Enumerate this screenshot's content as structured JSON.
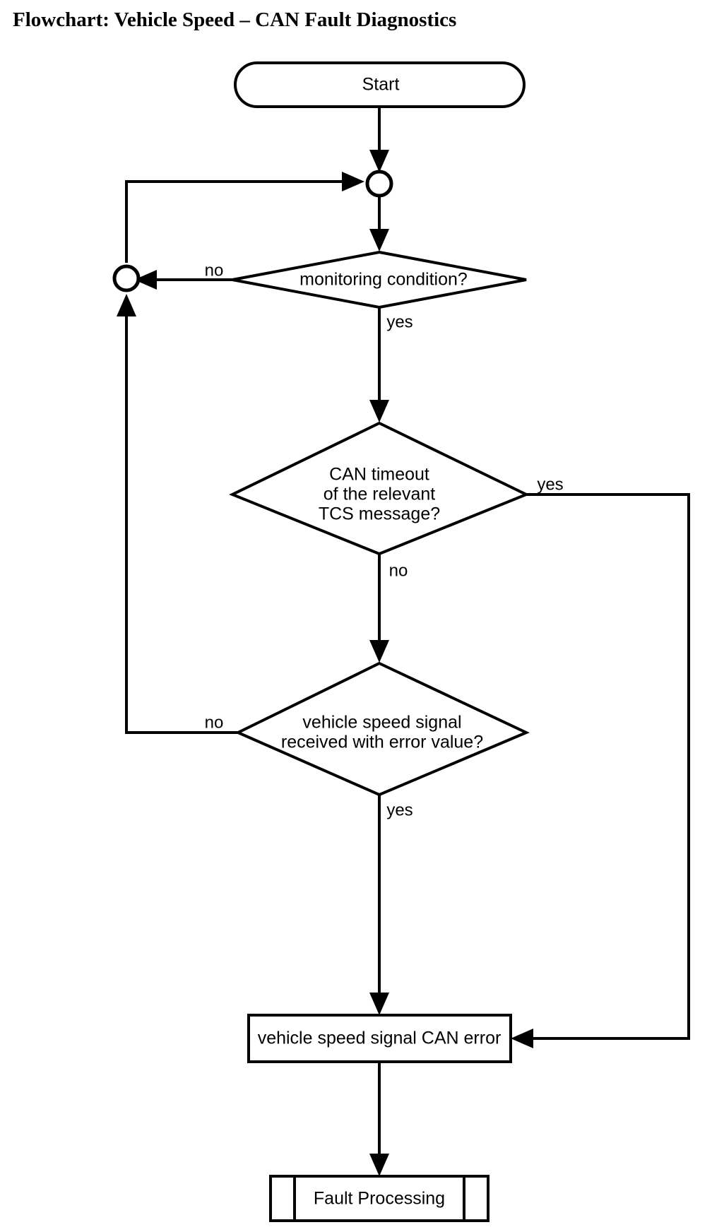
{
  "title": "Flowchart: Vehicle Speed – CAN Fault Diagnostics",
  "colors": {
    "stroke": "#000000",
    "fill": "#ffffff",
    "background": "#ffffff"
  },
  "chart_data": {
    "type": "diagram",
    "diagram_kind": "flowchart",
    "title": "Flowchart: Vehicle Speed – CAN Fault Diagnostics",
    "orientation": "top-to-bottom",
    "nodes": [
      {
        "id": "start",
        "shape": "terminator",
        "label": "Start"
      },
      {
        "id": "merge_top",
        "shape": "connector-circle",
        "label": ""
      },
      {
        "id": "monitoring",
        "shape": "decision",
        "label": "monitoring condition?"
      },
      {
        "id": "merge_left",
        "shape": "connector-circle",
        "label": ""
      },
      {
        "id": "timeout",
        "shape": "decision",
        "label": "CAN timeout of the relevant TCS message?",
        "lines": [
          "CAN timeout",
          "of the relevant",
          "TCS message?"
        ]
      },
      {
        "id": "errorval",
        "shape": "decision",
        "label": "vehicle speed signal received with error value?",
        "lines": [
          "vehicle speed signal",
          "received with error value?"
        ]
      },
      {
        "id": "canerror",
        "shape": "process",
        "label": "vehicle speed signal CAN error"
      },
      {
        "id": "faultproc",
        "shape": "predefined-process",
        "label": "Fault Processing"
      }
    ],
    "edges": [
      {
        "from": "start",
        "to": "merge_top",
        "label": ""
      },
      {
        "from": "merge_top",
        "to": "monitoring",
        "label": ""
      },
      {
        "from": "monitoring",
        "to": "merge_left",
        "label": "no"
      },
      {
        "from": "monitoring",
        "to": "timeout",
        "label": "yes"
      },
      {
        "from": "timeout",
        "to": "canerror",
        "label": "yes"
      },
      {
        "from": "timeout",
        "to": "errorval",
        "label": "no"
      },
      {
        "from": "errorval",
        "to": "merge_left",
        "label": "no"
      },
      {
        "from": "errorval",
        "to": "canerror",
        "label": "yes"
      },
      {
        "from": "merge_left",
        "to": "merge_top",
        "label": ""
      },
      {
        "from": "canerror",
        "to": "faultproc",
        "label": ""
      }
    ],
    "edge_labels": [
      "no",
      "yes",
      "yes",
      "no",
      "no",
      "yes"
    ]
  },
  "nodes": {
    "start": {
      "label": "Start"
    },
    "monitoring": {
      "label": "monitoring condition?"
    },
    "timeout": {
      "line1": "CAN timeout",
      "line2": "of the relevant",
      "line3": "TCS message?"
    },
    "errorval": {
      "line1": "vehicle speed signal",
      "line2": "received with error value?"
    },
    "canerror": {
      "label": "vehicle speed signal CAN error"
    },
    "faultproc": {
      "label": "Fault Processing"
    }
  },
  "labels": {
    "monitoring_no": "no",
    "monitoring_yes": "yes",
    "timeout_yes": "yes",
    "timeout_no": "no",
    "errorval_no": "no",
    "errorval_yes": "yes"
  }
}
